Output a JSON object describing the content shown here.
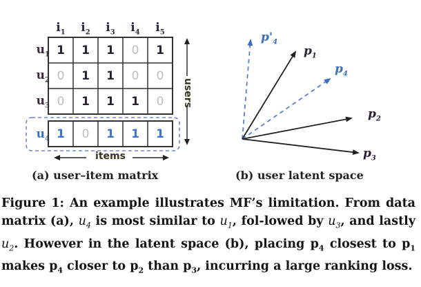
{
  "matrix": {
    "col_headers": [
      {
        "base": "i",
        "sub": "1"
      },
      {
        "base": "i",
        "sub": "2"
      },
      {
        "base": "i",
        "sub": "3"
      },
      {
        "base": "i",
        "sub": "4"
      },
      {
        "base": "i",
        "sub": "5"
      }
    ],
    "rows": [
      {
        "base": "u",
        "sub": "1",
        "values": [
          "1",
          "1",
          "1",
          "0",
          "1"
        ]
      },
      {
        "base": "u",
        "sub": "2",
        "values": [
          "0",
          "1",
          "1",
          "0",
          "0"
        ]
      },
      {
        "base": "u",
        "sub": "3",
        "values": [
          "0",
          "1",
          "1",
          "1",
          "0"
        ]
      },
      {
        "base": "u",
        "sub": "4",
        "values": [
          "1",
          "0",
          "1",
          "1",
          "1"
        ],
        "highlighted": true
      }
    ],
    "axis_users": "users",
    "axis_items": "items",
    "subcaption": "(a) user–item matrix"
  },
  "latent_space": {
    "vectors": [
      {
        "name": "p'4",
        "base": "p'",
        "sub": "4",
        "style": "dashed",
        "color": "#3b6fc4"
      },
      {
        "name": "p1",
        "base": "p",
        "sub": "1",
        "style": "solid",
        "color": "#222222"
      },
      {
        "name": "p4",
        "base": "p",
        "sub": "4",
        "style": "dashed",
        "color": "#3b6fc4"
      },
      {
        "name": "p2",
        "base": "p",
        "sub": "2",
        "style": "solid",
        "color": "#222222"
      },
      {
        "name": "p3",
        "base": "p",
        "sub": "3",
        "style": "solid",
        "color": "#222222"
      }
    ],
    "subcaption": "(b) user latent space"
  },
  "caption": {
    "label": "Figure 1:",
    "line1": "An example illustrates MF’s limitation.",
    "t1": "From data matrix (a), ",
    "u4": "u",
    "u4sub": "4",
    "t2": " is most similar to ",
    "u1": "u",
    "u1sub": "1",
    "t3": ", fol-lowed by ",
    "u3": "u",
    "u3sub": "3",
    "t4": ", and lastly ",
    "u2": "u",
    "u2sub": "2",
    "t5": ".  However in the latent space (b), placing ",
    "p4a": "p",
    "p4asub": "4",
    "t6": " closest to ",
    "p1": "p",
    "p1sub": "1",
    "t7": " makes ",
    "p4b": "p",
    "p4bsub": "4",
    "t8": " closer to ",
    "p2": "p",
    "p2sub": "2",
    "t9": " than ",
    "p3": "p",
    "p3sub": "3",
    "t10": ", incurring a large ranking loss."
  },
  "colors": {
    "highlight_blue": "#3b6fc4",
    "zero_gray": "#bdbdbd",
    "grid_line": "#333333"
  }
}
